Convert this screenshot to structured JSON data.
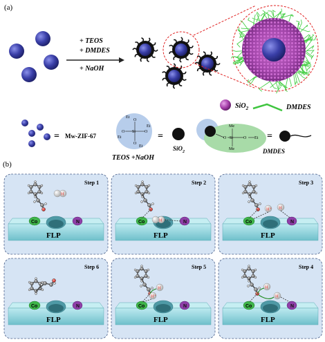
{
  "panel_a": {
    "label": "(a)",
    "reagents": [
      "+ TEOS",
      "+ DMDES",
      "+ NaOH"
    ],
    "legend": {
      "sio2": "SiO",
      "sio2_sub": "2",
      "dmdes": "DMDES"
    },
    "equation": {
      "mw": "Mw-ZIF-67",
      "teos_caption": "TEOS +NaOH",
      "sio2": "SiO",
      "sio2_sub": "2",
      "dmdes": "DMDES",
      "teos_atoms": {
        "si": "Si",
        "o": "O",
        "et": "Et"
      },
      "dmdes_atoms": {
        "si": "Si",
        "o": "O",
        "me": "Me",
        "et": "Et"
      }
    }
  },
  "panel_b": {
    "label": "(b)",
    "steps": [
      {
        "title": "Step 1",
        "co": "Co",
        "n": "N",
        "surface": "FLP"
      },
      {
        "title": "Step 2",
        "co": "Co",
        "n": "N",
        "surface": "FLP"
      },
      {
        "title": "Step 3",
        "co": "Co",
        "n": "N",
        "surface": "FLP"
      },
      {
        "title": "Step 6",
        "co": "Co",
        "n": "N",
        "surface": "FLP"
      },
      {
        "title": "Step 5",
        "co": "Co",
        "n": "N",
        "surface": "FLP"
      },
      {
        "title": "Step 4",
        "co": "Co",
        "n": "N",
        "surface": "FLP"
      }
    ],
    "h_label": "H",
    "h_plus": "H⁺",
    "h_minus": "H⁻"
  },
  "colors": {
    "sphere": "#3a3fa8",
    "panel_bg": "#d6e4f4",
    "surface": "#8fd3dc",
    "co": "#3fb54a",
    "n": "#8e3fa8",
    "silica": "#b23fb0",
    "dmdes_chain": "#4fd34f",
    "hydrogen_red": "#e0302a"
  }
}
